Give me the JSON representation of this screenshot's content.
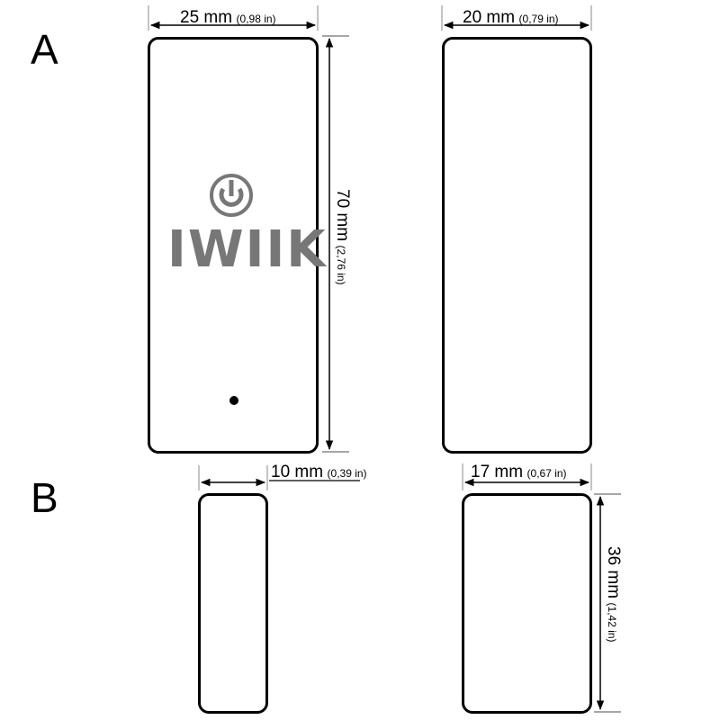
{
  "sections": {
    "a_label": "A",
    "b_label": "B"
  },
  "device_a_front": {
    "width_dimension": {
      "metric": "25 mm",
      "imperial": "(0,98 in)"
    },
    "height_dimension": {
      "metric": "70 mm",
      "imperial": "(2,76 in)"
    },
    "logo": {
      "text": "IWIIK",
      "icon": "power-icon",
      "color": "#777777"
    },
    "indicator": "led-dot"
  },
  "device_a_side": {
    "width_dimension": {
      "metric": "20 mm",
      "imperial": "(0,79 in)"
    }
  },
  "device_b_front": {
    "width_dimension": {
      "metric": "10 mm",
      "imperial": "(0,39 in)"
    }
  },
  "device_b_side": {
    "width_dimension": {
      "metric": "17 mm",
      "imperial": "(0,67 in)"
    },
    "height_dimension": {
      "metric": "36 mm",
      "imperial": "(1,42 in)"
    }
  },
  "colors": {
    "outline": "#000000",
    "logo": "#777777",
    "extension_line": "#888888"
  }
}
